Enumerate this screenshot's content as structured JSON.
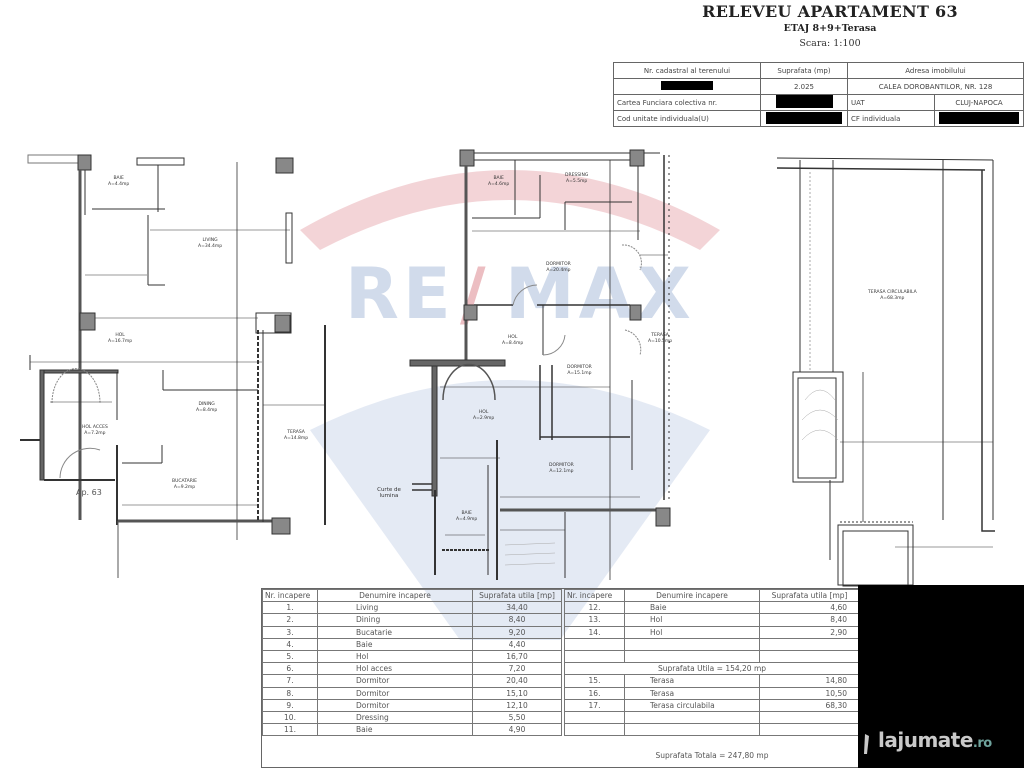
{
  "header": {
    "title": "RELEVEU APARTAMENT 63",
    "subtitle": "ETAJ 8+9+Terasa",
    "scale": "Scara: 1:100"
  },
  "info_table": {
    "col_cadastral": "Nr. cadastral al terenului",
    "col_area": "Suprafata (mp)",
    "col_address": "Adresa imobilului",
    "area_value": "2.025",
    "address_value": "CALEA DOROBANTILOR, NR. 128",
    "cf_collective_label": "Cartea Funciara colectiva nr.",
    "uat_label": "UAT",
    "uat_value": "CLUJ-NAPOCA",
    "unit_code_label": "Cod unitate individuala(U)",
    "cf_individual_label": "CF individuala"
  },
  "watermark": {
    "text": "RE/MAX",
    "red": "#e8b7bd",
    "blue": "#c7d3e6"
  },
  "plans": {
    "floor8": {
      "apartment_label": "Ap. 63",
      "rooms": [
        {
          "name": "BAIE",
          "area": "A=4.4mp"
        },
        {
          "name": "LIVING",
          "area": "A=34.4mp"
        },
        {
          "name": "HOL",
          "area": "A=16.7mp"
        },
        {
          "name": "DINING",
          "area": "A=8.4mp"
        },
        {
          "name": "HOL ACCES",
          "area": "A=7.2mp"
        },
        {
          "name": "BUCATARIE",
          "area": "A=9.2mp"
        },
        {
          "name": "TERASA",
          "area": "A=14.8mp"
        }
      ]
    },
    "floor9": {
      "light_court_label": "Curte de lumina",
      "rooms": [
        {
          "name": "BAIE",
          "area": "A=4.6mp"
        },
        {
          "name": "DRESSING",
          "area": "A=5.5mp"
        },
        {
          "name": "DORMITOR",
          "area": "A=20.4mp"
        },
        {
          "name": "HOL",
          "area": "A=8.4mp"
        },
        {
          "name": "TERASA",
          "area": "A=10.5mp"
        },
        {
          "name": "DORMITOR",
          "area": "A=15.1mp"
        },
        {
          "name": "HOL",
          "area": "A=2.9mp"
        },
        {
          "name": "DORMITOR",
          "area": "A=12.1mp"
        },
        {
          "name": "BAIE",
          "area": "A=4.9mp"
        }
      ]
    },
    "roof": {
      "rooms": [
        {
          "name": "TERASA CIRCULABILA",
          "area": "A=68.3mp"
        }
      ]
    }
  },
  "rooms_table": {
    "headers": [
      "Nr. incapere",
      "Denumire incapere",
      "Suprafata utila [mp]"
    ],
    "left_rows": [
      [
        "1.",
        "Living",
        "34,40"
      ],
      [
        "2.",
        "Dining",
        "8,40"
      ],
      [
        "3.",
        "Bucatarie",
        "9,20"
      ],
      [
        "4.",
        "Baie",
        "4,40"
      ],
      [
        "5.",
        "Hol",
        "16,70"
      ],
      [
        "6.",
        "Hol acces",
        "7,20"
      ],
      [
        "7.",
        "Dormitor",
        "20,40"
      ],
      [
        "8.",
        "Dormitor",
        "15,10"
      ],
      [
        "9.",
        "Dormitor",
        "12,10"
      ],
      [
        "10.",
        "Dressing",
        "5,50"
      ],
      [
        "11.",
        "Baie",
        "4,90"
      ]
    ],
    "right_rows": [
      [
        "12.",
        "Baie",
        "4,60"
      ],
      [
        "13.",
        "Hol",
        "8,40"
      ],
      [
        "14.",
        "Hol",
        "2,90"
      ],
      [
        "",
        "",
        ""
      ],
      [
        "",
        "",
        ""
      ]
    ],
    "useful_total": "Suprafata Utila = 154,20 mp",
    "terrace_rows": [
      [
        "15.",
        "Terasa",
        "14,80"
      ],
      [
        "16.",
        "Terasa",
        "10,50"
      ],
      [
        "17.",
        "Terasa circulabila",
        "68,30"
      ],
      [
        "",
        "",
        ""
      ],
      [
        "",
        "",
        ""
      ]
    ],
    "grand_total": "Suprafata Totala = 247,80 mp"
  },
  "branding": {
    "site": "lajumate",
    "tld": ".ro"
  }
}
